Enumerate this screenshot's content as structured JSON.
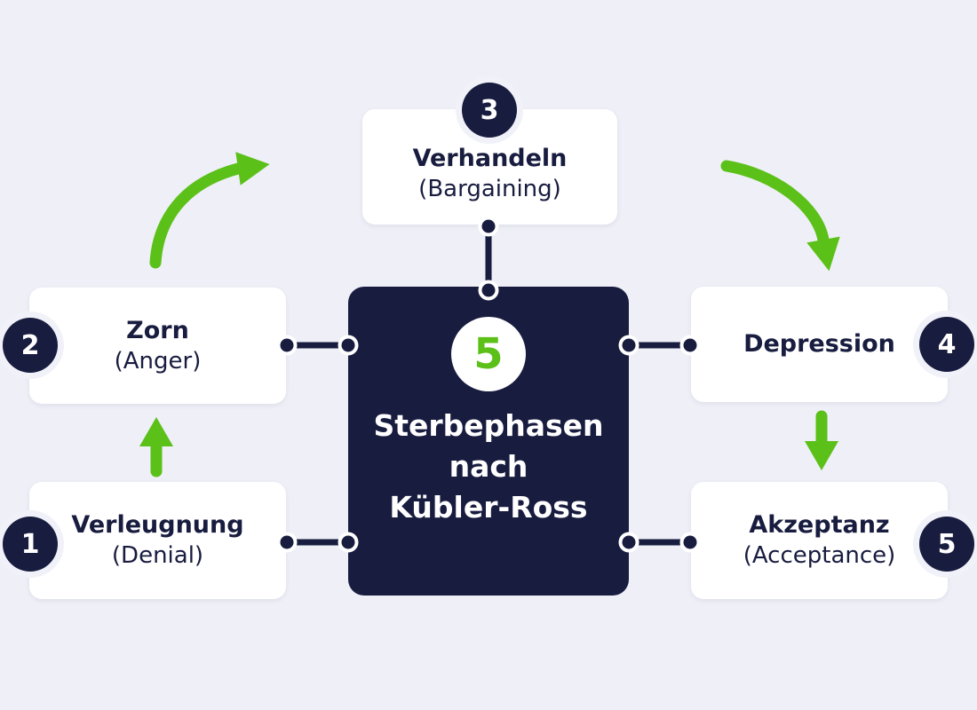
{
  "diagram": {
    "language": "German",
    "type_hint": "cycle-diagram"
  },
  "center": {
    "badge_number": "5",
    "title_lines": [
      "Sterbephasen",
      "nach",
      "Kübler-Ross"
    ]
  },
  "stages": [
    {
      "number": "1",
      "name_de": "Verleugnung",
      "name_en": "(Denial)"
    },
    {
      "number": "2",
      "name_de": "Zorn",
      "name_en": "(Anger)"
    },
    {
      "number": "3",
      "name_de": "Verhandeln",
      "name_en": "(Bargaining)"
    },
    {
      "number": "4",
      "name_de": "Depression",
      "name_en": ""
    },
    {
      "number": "5",
      "name_de": "Akzeptanz",
      "name_en": "(Acceptance)"
    }
  ],
  "colors": {
    "background": "#eeeff7",
    "navy": "#181c3f",
    "green": "#5bc018",
    "box": "#ffffff",
    "halo": "#f1f2f9"
  }
}
